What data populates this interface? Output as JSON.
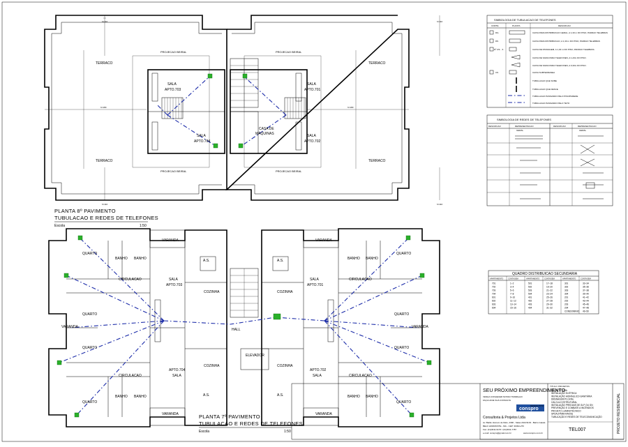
{
  "plan_top": {
    "title_line1": "PLANTA 8º PAVIMENTO",
    "title_line2": "TUBULACAO E REDES DE TELEFONES",
    "scale_label": "Escola",
    "scale": "1:50",
    "rooms": {
      "terraco": "TERRACO",
      "projecao_beiral": "PROJECAO BEIRAL",
      "sala": "SALA",
      "apto_703": "APTO.703",
      "apto_704": "APTO.704",
      "apto_701": "APTO.701",
      "apto_702": "APTO.702",
      "casa_de": "CASA DE",
      "maquinas": "MÁQUINAS"
    },
    "dims": {
      "d110": "h=110",
      "d180": "h=180"
    }
  },
  "plan_bottom": {
    "title_line1": "PLANTA 7º PAVIMENTO",
    "title_line2": "TUBULACAO E REDES DE TELEFONES",
    "scale_label": "Escola",
    "scale": "1:50",
    "rooms": {
      "varanda": "VARANDA",
      "quarto": "QUARTO",
      "banho": "BANHO",
      "circulacao": "CIRCULACAO",
      "sala": "SALA",
      "cozinha": "COZINHA",
      "as": "A.S.",
      "hall": "HALL",
      "elevador": "ELEVADOR",
      "apto_703": "APTO.703",
      "apto_704": "APTO.704",
      "apto_701": "APTO.701",
      "apto_702": "APTO.702"
    }
  },
  "legend_tubulacao": {
    "title": "SIMBOLOGIA DE TUBULACAO DE TELEFONES",
    "col_corte": "CORTE",
    "col_planta": "PLANTA",
    "col_descricao": "DESCRICAO",
    "rows": [
      {
        "code": "DG",
        "desc": "CAIXA PARA DISTRIBUICAO GERAL, A 1,30 m DO PISO, PADRAO TELEBRAS"
      },
      {
        "code": "DS",
        "desc": "CAIXA PARA DISTRIBUICAO, A 1,30 m DO PISO, PADRAO TELEBRAS"
      },
      {
        "code": "Nº 2/3... 6",
        "desc": "CAIXA DE PASSAGEM, A 1,30 m DO PISO, PADRAO TELEBRAS."
      },
      {
        "code": "",
        "desc": "CAIXA DE SAIDA PARA TELEFONES, A 1,20m DO PISO."
      },
      {
        "code": "",
        "desc": "CAIXA DE SAIDA PARA TELEFONES, A 0,30m DO PISO."
      },
      {
        "code": "CS",
        "desc": "CAIXA SUBTERRANEA"
      },
      {
        "code": "",
        "desc": "TUBULACAO QUE SOBE"
      },
      {
        "code": "",
        "desc": "TUBULACAO QUE DESCE"
      },
      {
        "code": "",
        "desc": "TUBULACAO PASSANDO PELO PISO/PAREDE"
      },
      {
        "code": "",
        "desc": "TUBULACAO PASSANDO PELO TETO"
      }
    ]
  },
  "legend_redes": {
    "title": "SIMBOLOGIA DE REDES DE TELEFONES",
    "col_descricao": "DESCRICAO",
    "col_representacao": "REPRESENTACAO",
    "sub_geral": "GERAL"
  },
  "quadro": {
    "title": "QUADRO DISTRIBUICAO SECUNDARIA",
    "headers": [
      "APARTAMENTO",
      "CONTAGEM",
      "APARTAMENTO",
      "CONTAGEM",
      "APARTAMENTO",
      "CONTAGEM"
    ],
    "rows": [
      [
        "701",
        "1~2",
        "501",
        "17~18",
        "301",
        "33~34"
      ],
      [
        "702",
        "3~4",
        "502",
        "19~20",
        "302",
        "35~36"
      ],
      [
        "703",
        "5~6",
        "503",
        "21~22",
        "303",
        "37~38"
      ],
      [
        "704",
        "7~8",
        "504",
        "23~24",
        "304",
        "39~40"
      ],
      [
        "601",
        "9~10",
        "401",
        "25~26",
        "201",
        "41~42"
      ],
      [
        "602",
        "11~12",
        "402",
        "27~28",
        "202",
        "43~44"
      ],
      [
        "603",
        "13~14",
        "403",
        "29~30",
        "203",
        "45~46"
      ],
      [
        "604",
        "15~16",
        "404",
        "31~32",
        "204",
        "47~48"
      ],
      [
        "",
        "",
        "",
        "",
        "CONDOMINIO",
        "49~50"
      ]
    ]
  },
  "title_block": {
    "headline": "SEU PRÓXIMO EMPREENDIMENTO",
    "line1": "VENHA CONHECER NOSSO TRABALHO",
    "line2": "FAÇA HOJE SUA CONSULTA",
    "brand": "conspro",
    "company": "Consultoria & Projetos Ltda",
    "address": "Av. Barão Homem de Melo, 4390 - Salas 2102/1103 - Bairro Gaiaté",
    "city": "BELO HORIZONTE - MG - CEP: 30494-270",
    "phone": "Fax: (31)3011-9176 / (31)3011-7787",
    "email": "e-mail: conspro@gmail.com.br",
    "web": "www.conspro.com.br",
    "titulo_label": "TITULO",
    "projetos_label": "PROJETOS",
    "desenhista_label": "DESENHISTA",
    "projetos_list": [
      "ARQUITETURA",
      "INSTALAÇÃO ELÉTRICA",
      "INSTALAÇÃO HIDRÁULICO-SANITÁRIA",
      "DRENAGEM PLUVIAL",
      "CÁLCULO ESTRUTURAL",
      "INSTALAÇÃO PREDIAIS DE GLP OU GN",
      "PREVENÇÃO E COMBATE A INCÊNDIOS",
      "PROJETO LUMINOTÉCNICO",
      "SPDA (PÁRA-RAIOS)",
      "TUBULAÇÃO E REDES DE TELECOMUNICAÇÃO"
    ],
    "sheet_code": "TEL007",
    "vertical_label": "PROJETO RESIDENCIAL"
  }
}
